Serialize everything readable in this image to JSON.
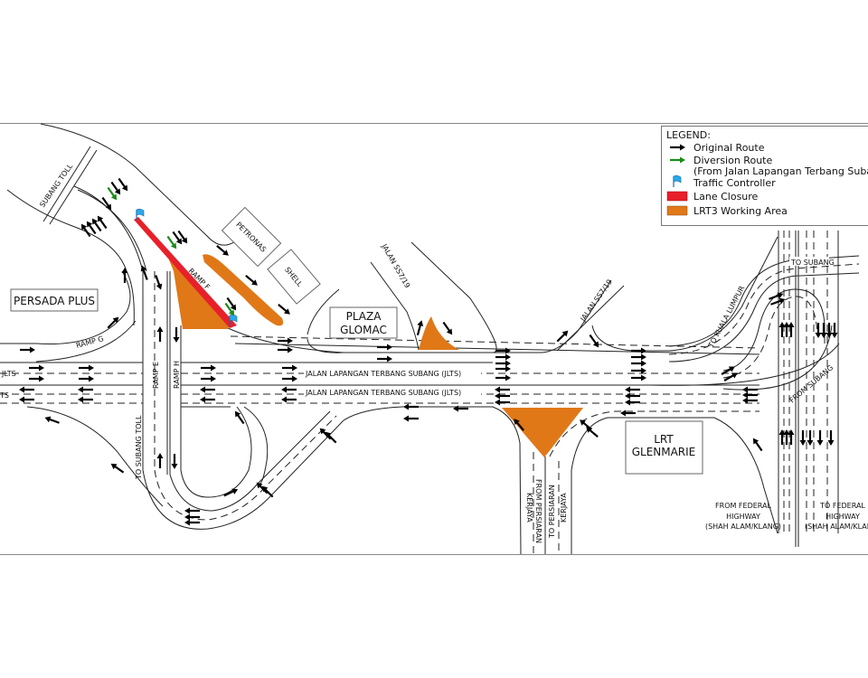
{
  "colors": {
    "lane_closure": "#e8202a",
    "working_area": "#e07818",
    "diversion": "#1a8a1a",
    "controller": "#29a8e8"
  },
  "legend": {
    "title": "LEGEND:",
    "items": [
      {
        "icon": "black-arrow-icon",
        "label": "Original Route"
      },
      {
        "icon": "green-arrow-icon",
        "label": "Diversion Route"
      },
      {
        "icon": "",
        "label": "(From Jalan Lapangan Terbang Subang)"
      },
      {
        "icon": "flag-icon",
        "label": "Traffic Controller"
      },
      {
        "icon": "red-swatch",
        "label": "Lane Closure"
      },
      {
        "icon": "orange-swatch",
        "label": "LRT3 Working Area"
      }
    ]
  },
  "places": {
    "subang_toll": "SUBANG TOLL",
    "petronas": "PETRONAS",
    "shell": "SHELL",
    "persada_plus": "PERSADA PLUS",
    "plaza_glomac_1": "PLAZA",
    "plaza_glomac_2": "GLOMAC",
    "lrt_glenmarie_1": "LRT",
    "lrt_glenmarie_2": "GLENMARIE"
  },
  "roads": {
    "ramp_f": "RAMP F",
    "ramp_g": "RAMP G",
    "ramp_e": "RAMP E",
    "ramp_h": "RAMP H",
    "jlts_short_1": "JLTS",
    "jlts_short_2": "TS",
    "jlts_east": "JALAN LAPANGAN TERBANG SUBANG (JLTS)",
    "jlts_west": "JALAN LAPANGAN TERBANG SUBANG (JLTS)",
    "jalan_ss7_19_a": "JALAN SS7/19",
    "jalan_ss7_19_b": "JALAN SS7/19",
    "to_subang_toll": "TO SUBANG TOLL",
    "to_subang": "TO SUBANG",
    "to_kuala_lumpur": "TO KUALA LUMPUR",
    "from_subang": "FROM SUBANG",
    "from_persiaran_1": "FROM PERSIARAN",
    "from_persiaran_2": "KERJAYA",
    "to_persiaran_1": "TO PERSIARAN",
    "to_persiaran_2": "KERJAYA",
    "from_federal": [
      "FROM FEDERAL",
      "HIGHWAY",
      "(SHAH ALAM/KLANG)"
    ],
    "to_federal": [
      "TO FEDERAL",
      "HIGHWAY",
      "(SHAH ALAM/KLANG)"
    ]
  }
}
